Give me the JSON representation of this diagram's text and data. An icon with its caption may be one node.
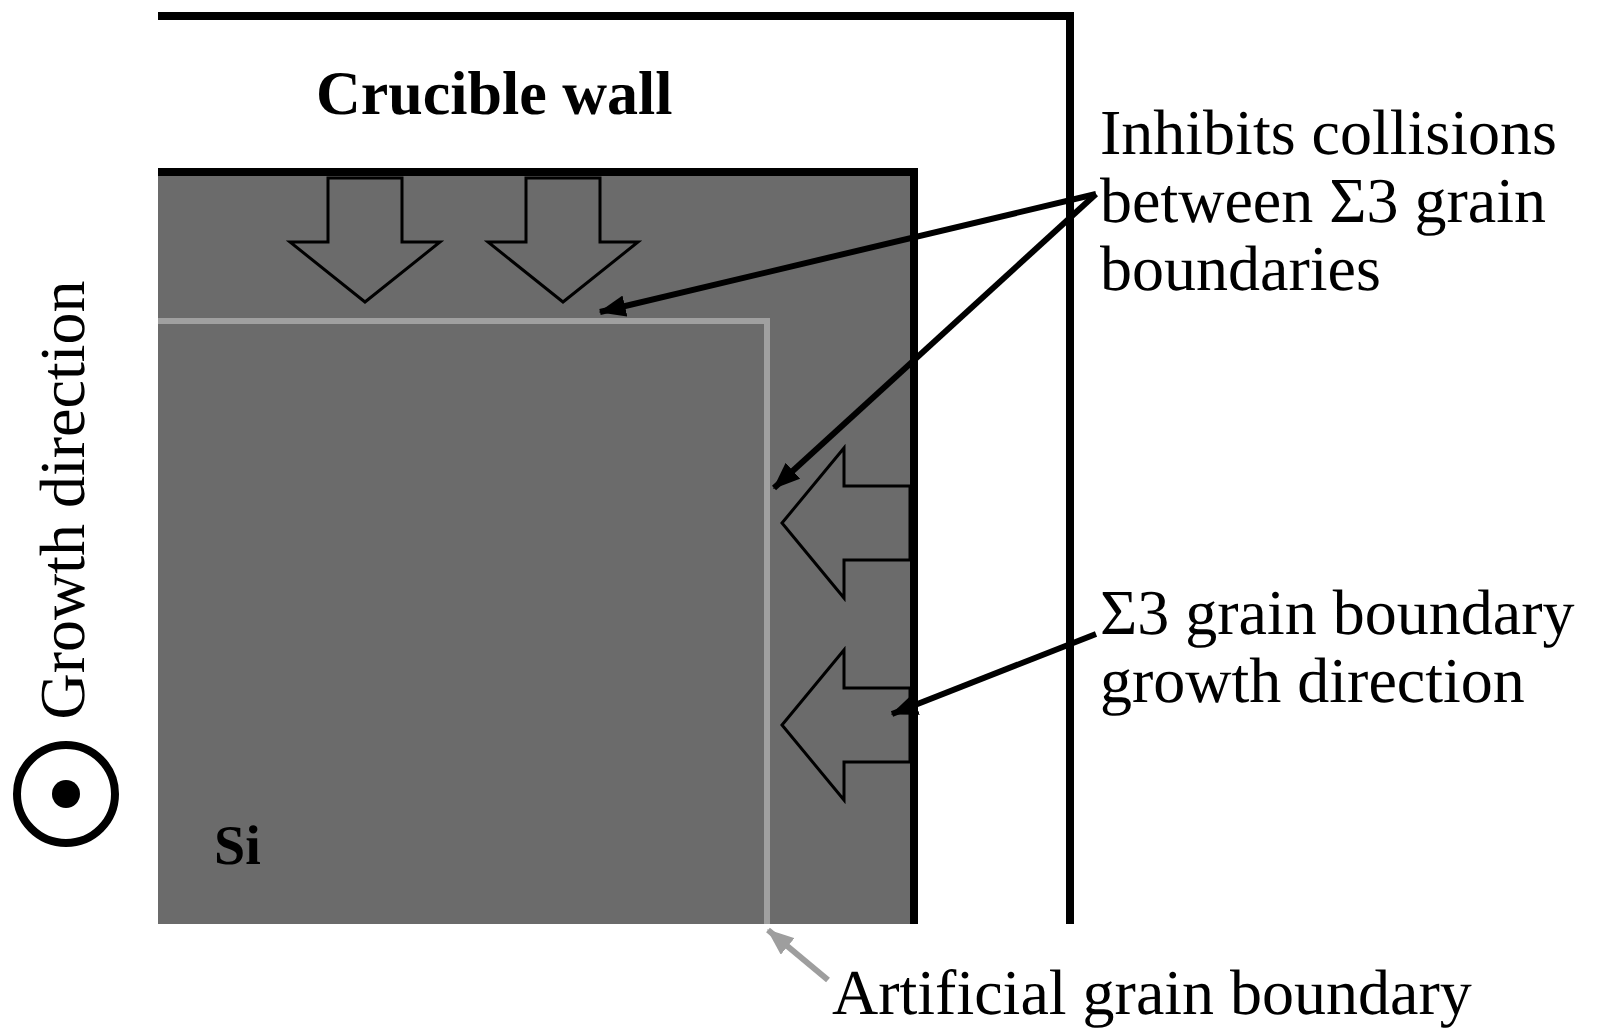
{
  "diagram": {
    "nodes": [
      {
        "text": [
          "Inhibits collisions between Σ3 grain boundaries"
        ]
      },
      {
        "text": [],
        "shape": "box"
      },
      {
        "text": [
          "Si"
        ],
        "in": 1
      },
      {
        "text": [
          "Σ3 grain boundary growth direction"
        ]
      },
      {
        "text": [
          "Artificial grain boundary"
        ]
      }
    ],
    "edges": [
      {
        "from": 0,
        "to": 2,
        "arrow": "to"
      },
      {
        "from": 0,
        "to": 2,
        "arrow": "to"
      },
      {
        "from": 3,
        "to": 1,
        "arrow": "to"
      },
      {
        "from": 4,
        "to": 2,
        "arrow": "to",
        "color": "#9e9e9e"
      }
    ],
    "labels": [
      "Crucible wall",
      "Growth direction"
    ]
  }
}
